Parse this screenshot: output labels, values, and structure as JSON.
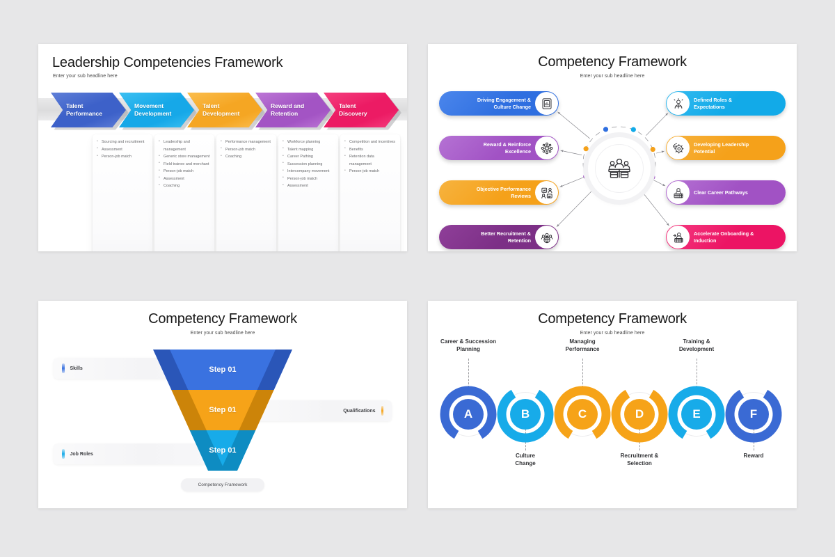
{
  "background_color": "#e7e7e8",
  "slide1": {
    "title": "Leadership Competencies Framework",
    "subtitle": "Enter your sub headline here",
    "steps": [
      {
        "label": "Talent\nPerformance",
        "color": "#3d61c9",
        "color2": "#5f7fd8",
        "bullets": [
          "Sourcing and recruitment",
          "Assessment",
          "Person-job match"
        ]
      },
      {
        "label": "Movement\nDevelopment",
        "color": "#16a8e8",
        "color2": "#3cc0f2",
        "bullets": [
          "Leadership and management",
          "Generic store management",
          "Field trainee and merchant",
          "Person-job match",
          "Assessment",
          "Coaching"
        ]
      },
      {
        "label": "Talent\nDevelopment",
        "color": "#f5a623",
        "color2": "#fbbe4e",
        "bullets": [
          "Performance management",
          "Person-job match",
          "Coaching"
        ]
      },
      {
        "label": "Reward and\nRetention",
        "color": "#a354c4",
        "color2": "#bd77d6",
        "bullets": [
          "Workforce planning",
          "Talent mapping",
          "Career Pathing",
          "Succession planning",
          "Intercompany movement",
          "Person-job match",
          "Assessment"
        ]
      },
      {
        "label": "Talent\nDiscovery",
        "color": "#ec1b64",
        "color2": "#f5407f",
        "bullets": [
          "Competition and incentives",
          "Benefits",
          "Retention data management",
          "Person-job match"
        ]
      }
    ]
  },
  "slide2": {
    "title": "Competency Framework",
    "subtitle": "Enter your sub headline here",
    "hub_icon": "team-meeting-icon",
    "left_items": [
      {
        "label": "Driving Engagement &\nCulture Change",
        "color": "#2f6fe0",
        "color2": "#4b86ec",
        "icon": "document-report-icon"
      },
      {
        "label": "Reward & Reinforce\nExcellence",
        "color": "#a152c4",
        "color2": "#b572d4",
        "icon": "network-nodes-icon"
      },
      {
        "label": "Objective Performance\nReviews",
        "color": "#f5a11a",
        "color2": "#f7b33f",
        "icon": "review-chart-icon"
      },
      {
        "label": "Better Recruitment &\nRetention",
        "color": "#7c2f86",
        "color2": "#8f3f99",
        "icon": "people-group-icon"
      }
    ],
    "right_items": [
      {
        "label": "Defined Roles &\nExpectations",
        "color": "#12aae8",
        "color2": "#35bbf0",
        "icon": "person-role-icon"
      },
      {
        "label": "Developing Leadership\nPotential",
        "color": "#f5a11a",
        "color2": "#f7b33f",
        "icon": "growth-gear-icon"
      },
      {
        "label": "Clear Career Pathways",
        "color": "#a152c4",
        "color2": "#b572d4",
        "icon": "career-person-icon"
      },
      {
        "label": "Accelerate Onboarding &\nInduction",
        "color": "#ec1464",
        "color2": "#f53b81",
        "icon": "onboarding-person-icon"
      }
    ],
    "hub_dot_colors": [
      "#2f6fe0",
      "#12aae8",
      "#f5a11a",
      "#a152c4",
      "#7c2f86",
      "#ec1464",
      "#a152c4",
      "#f5a11a"
    ]
  },
  "slide3": {
    "title": "Competency Framework",
    "subtitle": "Enter your sub headline here",
    "segments": [
      {
        "label": "Step 01",
        "color": "#3a72e0",
        "shade": "#2a56b8"
      },
      {
        "label": "Step 01",
        "color": "#f6a318",
        "shade": "#cc8409"
      },
      {
        "label": "Step 01",
        "color": "#17abe9",
        "shade": "#0e8cc2"
      }
    ],
    "side_labels": [
      {
        "label": "Skills",
        "color": "#3a72e0"
      },
      {
        "label": "Qualifications",
        "color": "#f6a318"
      },
      {
        "label": "Job Roles",
        "color": "#17abe9"
      }
    ],
    "bottom_label": "Competency Framework"
  },
  "slide4": {
    "title": "Competency Framework",
    "subtitle": "Enter your sub headline here",
    "nodes": [
      {
        "letter": "A",
        "color": "#3a6ad4",
        "label": "Career & Succession\nPlanning",
        "label_pos": "top"
      },
      {
        "letter": "B",
        "color": "#17abe9",
        "label": "Culture\nChange",
        "label_pos": "bottom"
      },
      {
        "letter": "C",
        "color": "#f6a318",
        "label": "Managing\nPerformance",
        "label_pos": "top"
      },
      {
        "letter": "D",
        "color": "#f6a318",
        "label": "Recruitment &\nSelection",
        "label_pos": "bottom"
      },
      {
        "letter": "E",
        "color": "#17abe9",
        "label": "Training &\nDevelopment",
        "label_pos": "top"
      },
      {
        "letter": "F",
        "color": "#3a6ad4",
        "label": "Reward",
        "label_pos": "bottom"
      }
    ]
  }
}
